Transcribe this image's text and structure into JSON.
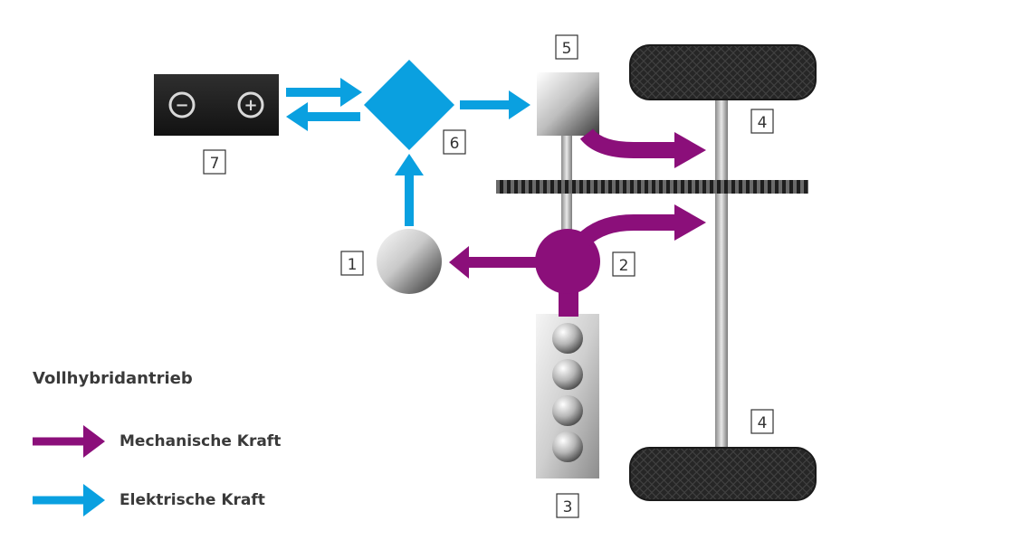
{
  "colors": {
    "mechanical": "#8b0f7a",
    "electrical": "#0aa0e0",
    "box_border": "#333333"
  },
  "numbers": {
    "generator": "1",
    "power_split": "2",
    "engine": "3",
    "wheel_top": "4",
    "wheel_bottom": "4",
    "motor": "5",
    "inverter": "6",
    "battery": "7"
  },
  "battery": {
    "minus_symbol": "−",
    "plus_symbol": "+"
  },
  "legend": {
    "title": "Vollhybridantrieb",
    "mechanical_label": "Mechanische Kraft",
    "electrical_label": "Elektrische Kraft"
  }
}
